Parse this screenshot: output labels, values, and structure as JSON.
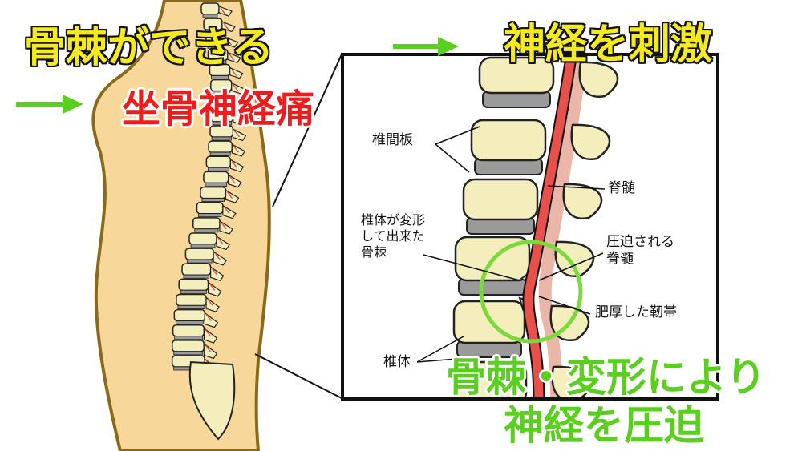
{
  "headings": {
    "osteophyte_forms": "骨棘ができる",
    "sciatica": "坐骨神経痛",
    "nerve_stimulation": "神経を刺激",
    "compression_line1": "骨棘・変形により",
    "compression_line2": "神経を圧迫"
  },
  "labels": {
    "intervertebral_disc": "椎間板",
    "spinal_cord": "脊髄",
    "deformed_osteophyte": "椎体が変形\nして出来た\n骨棘",
    "compressed_cord": "圧迫される\n脊髄",
    "thickened_ligament": "肥厚した靭帯",
    "vertebral_body": "椎体"
  },
  "colors": {
    "skin": "#f7d89a",
    "skin_outline": "#8a6a1a",
    "bone": "#f3eebb",
    "disc": "#9a9a9a",
    "cord": "#e8504a",
    "ligament": "#e9b6a8",
    "highlight_circle": "#7ad93c",
    "arrow": "#5bcf1f"
  }
}
